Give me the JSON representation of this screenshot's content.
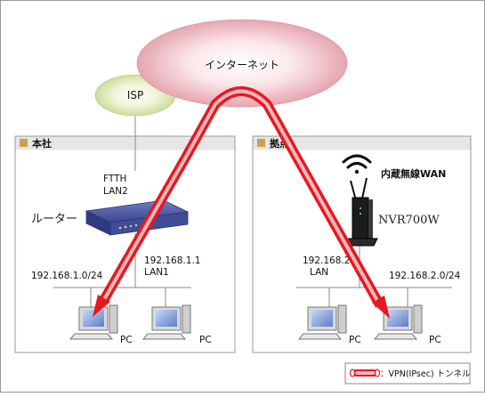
{
  "diagram": {
    "internet_label": "インターネット",
    "isp_label": "ISP",
    "sites": [
      {
        "id": "hq",
        "name": "本社"
      },
      {
        "id": "branch",
        "name": "拠点"
      }
    ],
    "hq": {
      "uplink_line1": "FTTH",
      "uplink_line2": "LAN2",
      "router_label": "ルーター",
      "router_ip": "192.168.1.1",
      "router_port": "LAN1",
      "network": "192.168.1.0/24",
      "pcs": [
        "PC",
        "PC"
      ]
    },
    "branch": {
      "wireless_label": "内蔵無線WAN",
      "device_model": "NVR700W",
      "device_ip": "192.168.2.1",
      "device_port": "LAN",
      "network": "192.168.2.0/24",
      "pcs": [
        "PC",
        "PC"
      ]
    },
    "legend": {
      "label": "：VPN(IPsec) トンネル"
    },
    "colors": {
      "cloud_internet": "#e8a3ad",
      "cloud_isp": "#d6e3a6",
      "tunnel": "#e0141e",
      "site_header": "#e3e3e3",
      "site_marker": "#c9a24a"
    }
  }
}
